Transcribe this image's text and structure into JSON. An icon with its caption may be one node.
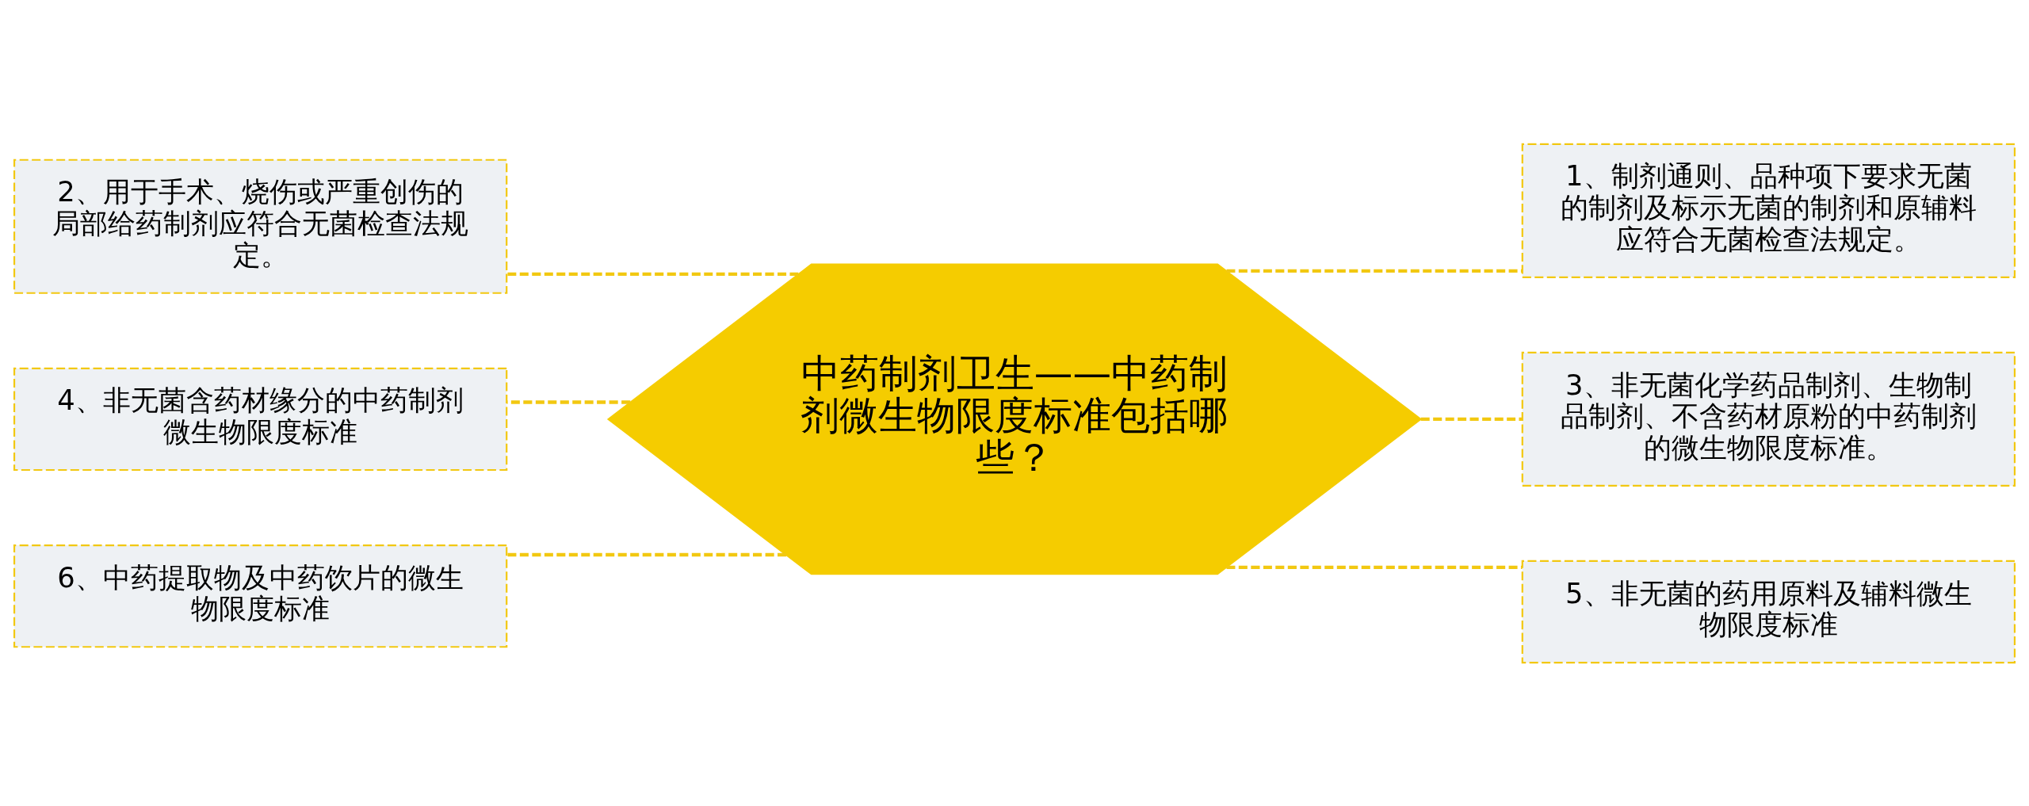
{
  "diagram": {
    "nodes": [
      {
        "text": [
          "中药制剂卫生——中药制剂微生物限度标准包括哪些？"
        ]
      },
      {
        "text": [
          "1、制剂通则、品种项下要求无菌的制剂及标示无菌的制剂和原辅料应符合无菌检查法规定。"
        ]
      },
      {
        "text": [
          "2、用于手术、烧伤或严重创伤的局部给药制剂应符合无菌检查法规定。"
        ]
      },
      {
        "text": [
          "3、非无菌化学药品制剂、生物制品制剂、不含药材原粉的中药制剂的微生物限度标准。"
        ]
      },
      {
        "text": [
          "4、非无菌含药材缘分的中药制剂微生物限度标准"
        ]
      },
      {
        "text": [
          "5、非无菌的药用原料及辅料微生物限度标准"
        ]
      },
      {
        "text": [
          "6、中药提取物及中药饮片的微生物限度标准"
        ]
      }
    ],
    "edges": [
      {
        "from": 0,
        "to": 1,
        "arrow": "none",
        "style": "dashed"
      },
      {
        "from": 0,
        "to": 2,
        "arrow": "none",
        "style": "dashed"
      },
      {
        "from": 0,
        "to": 3,
        "arrow": "none",
        "style": "dashed"
      },
      {
        "from": 0,
        "to": 4,
        "arrow": "none",
        "style": "dashed"
      },
      {
        "from": 0,
        "to": 5,
        "arrow": "none",
        "style": "dashed"
      },
      {
        "from": 0,
        "to": 6,
        "arrow": "none",
        "style": "dashed"
      }
    ]
  }
}
